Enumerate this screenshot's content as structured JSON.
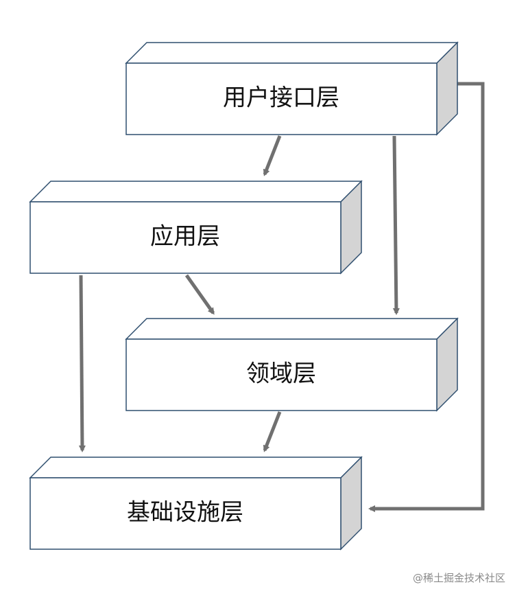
{
  "layers": [
    {
      "id": "ui",
      "label": "用户接口层"
    },
    {
      "id": "app",
      "label": "应用层"
    },
    {
      "id": "domain",
      "label": "领域层"
    },
    {
      "id": "infra",
      "label": "基础设施层"
    }
  ],
  "dependencies": [
    {
      "from": "ui",
      "to": "app"
    },
    {
      "from": "ui",
      "to": "domain"
    },
    {
      "from": "ui",
      "to": "infra"
    },
    {
      "from": "app",
      "to": "domain"
    },
    {
      "from": "app",
      "to": "infra"
    },
    {
      "from": "domain",
      "to": "infra"
    }
  ],
  "watermark": "@稀土掘金技术社区",
  "colors": {
    "box_stroke": "#2f4f6f",
    "box_front": "#ffffff",
    "box_side": "#d4d4d4",
    "arrow": "#707070"
  }
}
